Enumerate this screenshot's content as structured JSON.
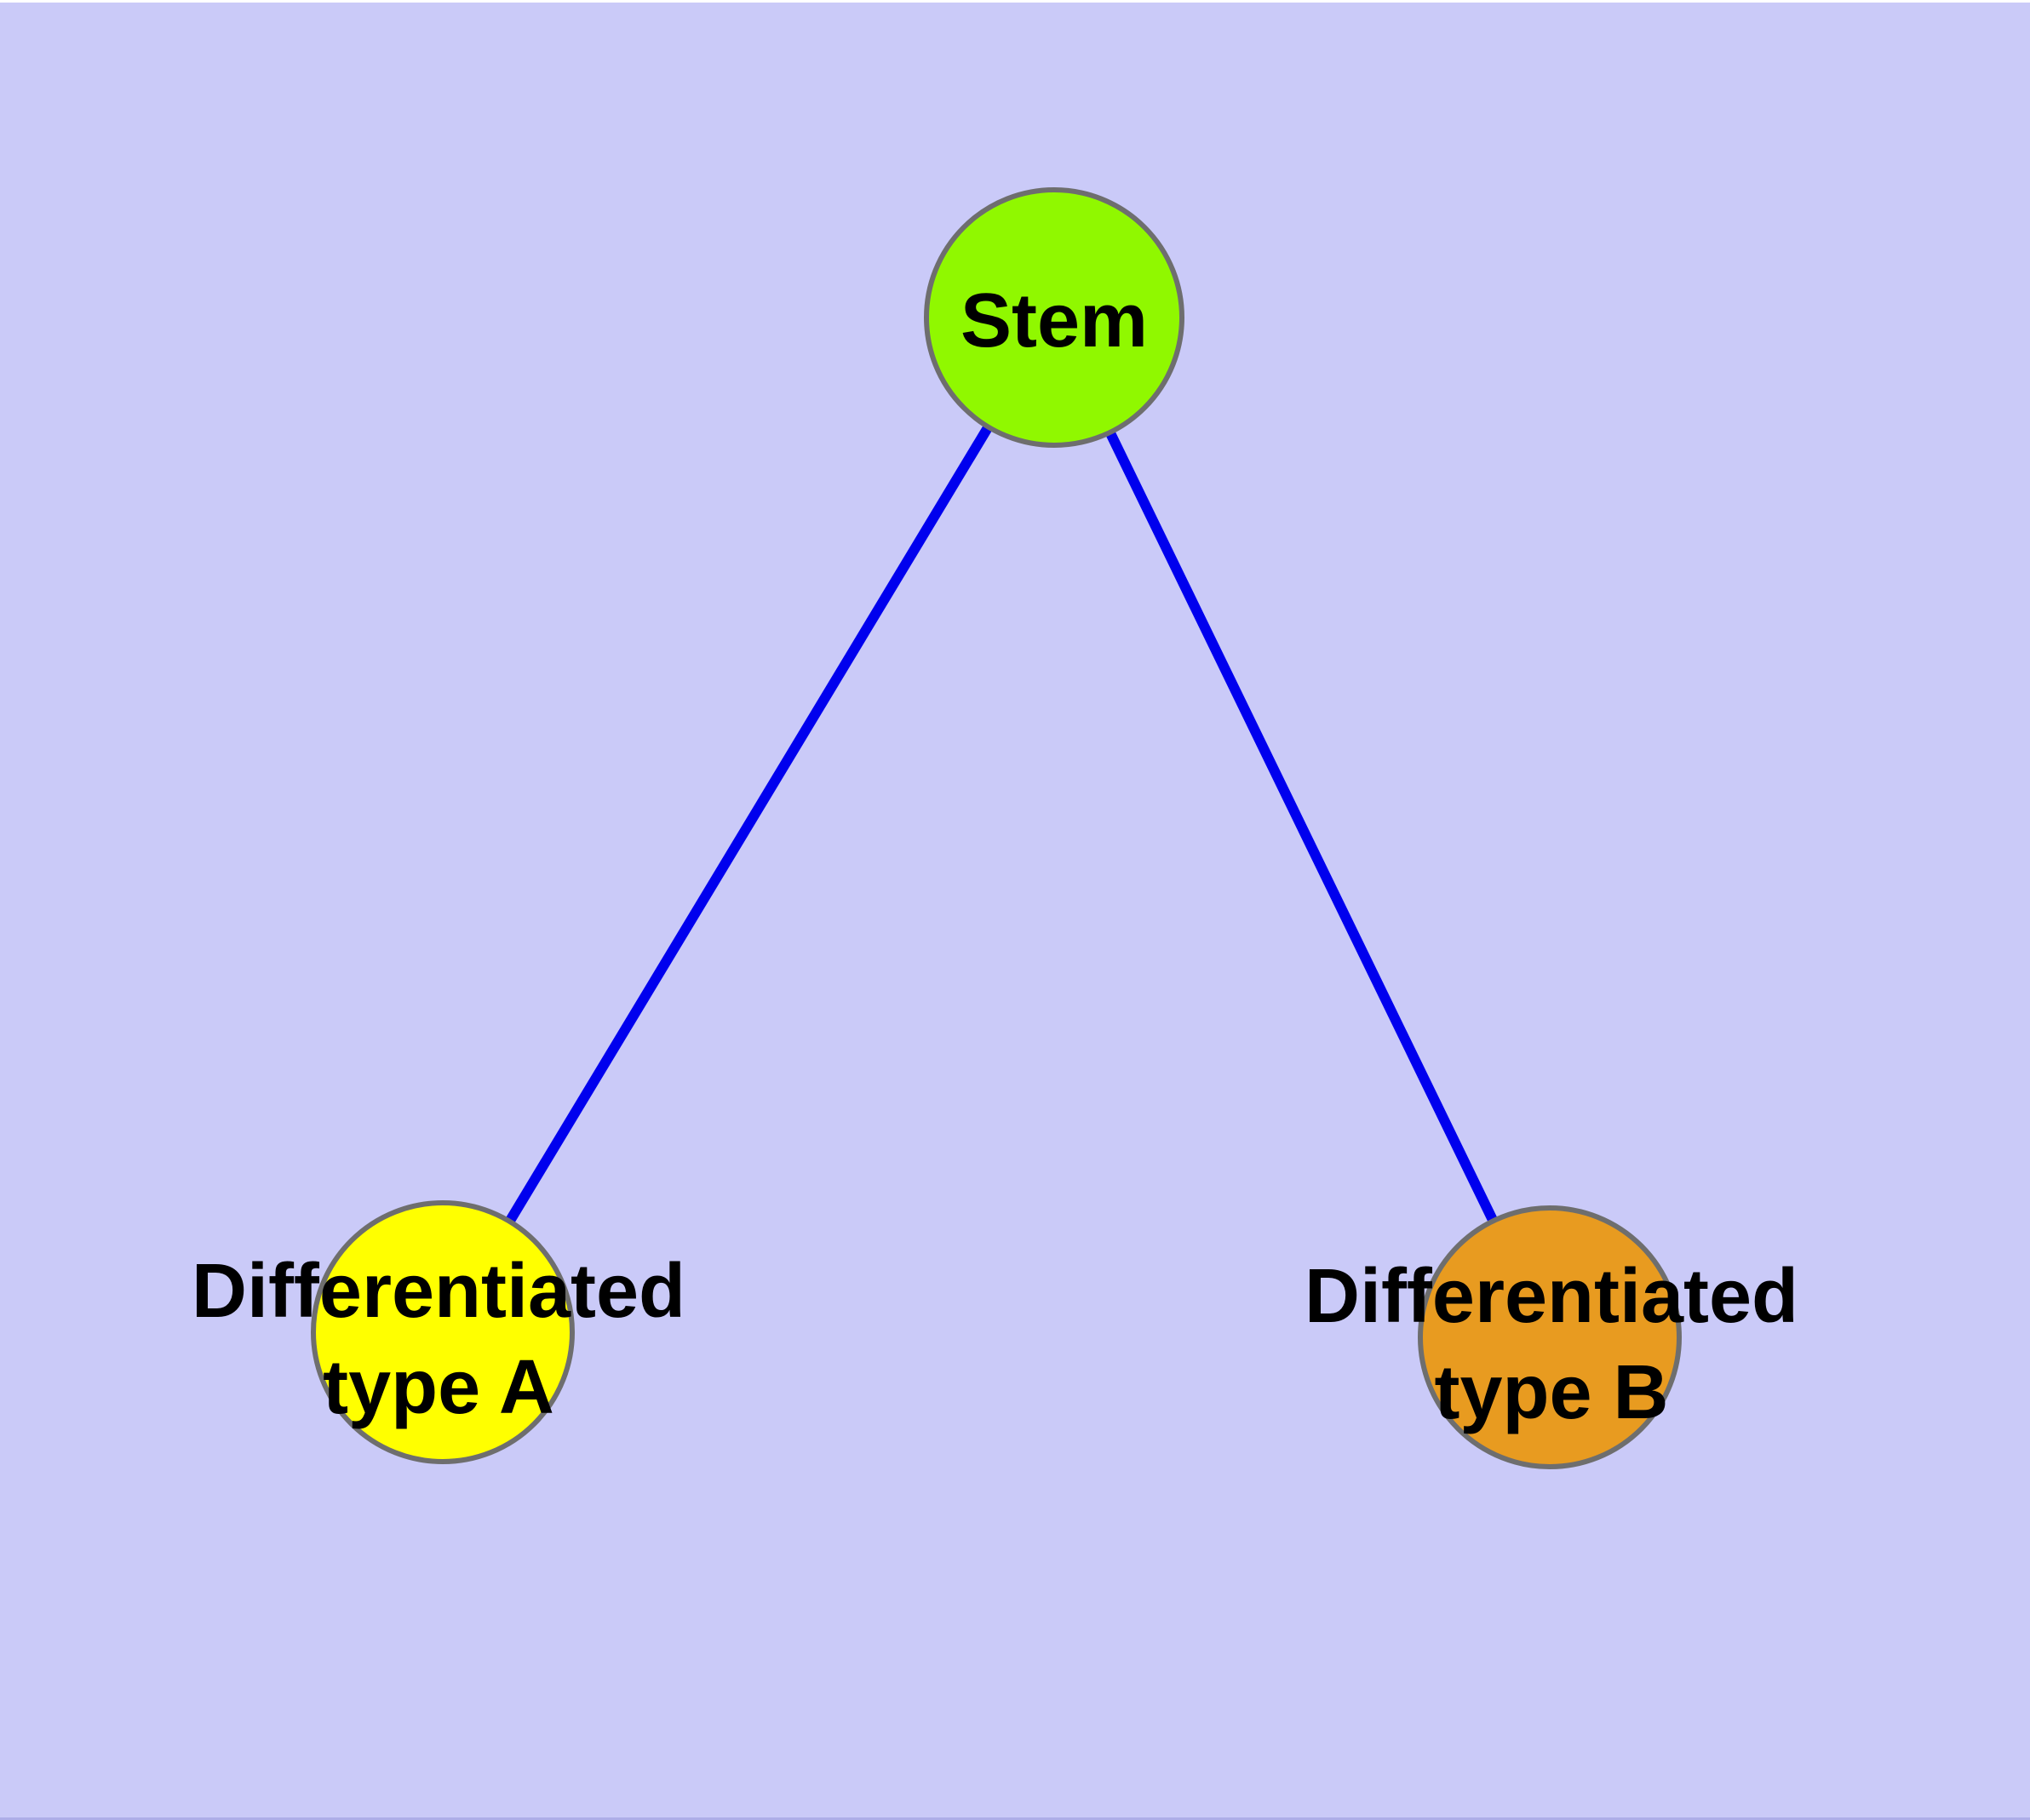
{
  "diagram": {
    "type": "node-link-graph",
    "colors": {
      "background": "#cacaf8",
      "edge": "#0000ee",
      "node_border": "#6e6e6e",
      "label": "#000000",
      "top_strip": "#ffffff",
      "bottom_strip": "#aeaee8"
    },
    "nodes": {
      "stem": {
        "label": "Stem",
        "color": "#90f800"
      },
      "type_a": {
        "label_line1": "Differentiated",
        "label_line2": "type A",
        "color": "#ffff00"
      },
      "type_b": {
        "label_line1": "Differentiated",
        "label_line2": "type B",
        "color": "#e89b20"
      }
    },
    "edges": [
      {
        "from": "Stem",
        "to": "Differentiated type A"
      },
      {
        "from": "Stem",
        "to": "Differentiated type B"
      }
    ]
  }
}
